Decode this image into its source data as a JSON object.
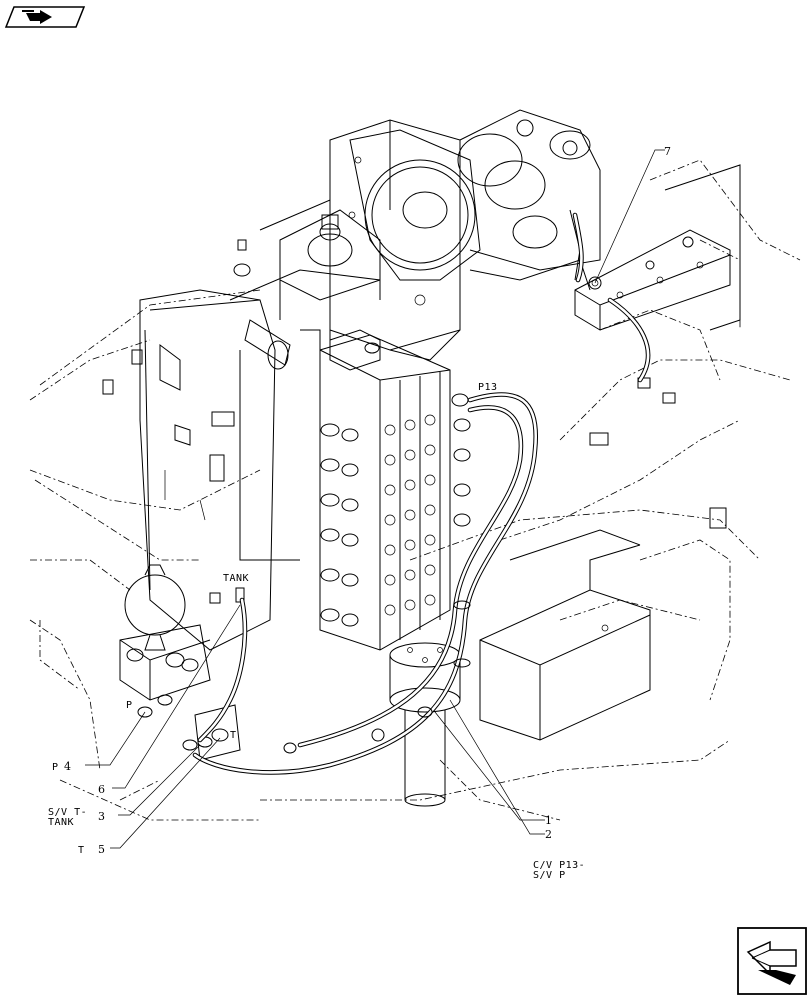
{
  "navigation": {
    "back_icon": "return-arrow-icon",
    "forward_icon": "next-page-icon"
  },
  "labels": {
    "p13": "P13",
    "tank": "TANK",
    "p_port": "P",
    "t_port": "T",
    "p4_left": "P",
    "p4_num": "4",
    "sv_t_tank_line1": "S/V T-",
    "sv_t_tank_line2": "TANK",
    "t5_left": "T",
    "cv_p13_line1": "C/V P13-",
    "cv_p13_line2": "S/V P"
  },
  "callouts": {
    "c1": "1",
    "c2": "2",
    "c3": "3",
    "c5": "5",
    "c6": "6",
    "c7": "7"
  }
}
